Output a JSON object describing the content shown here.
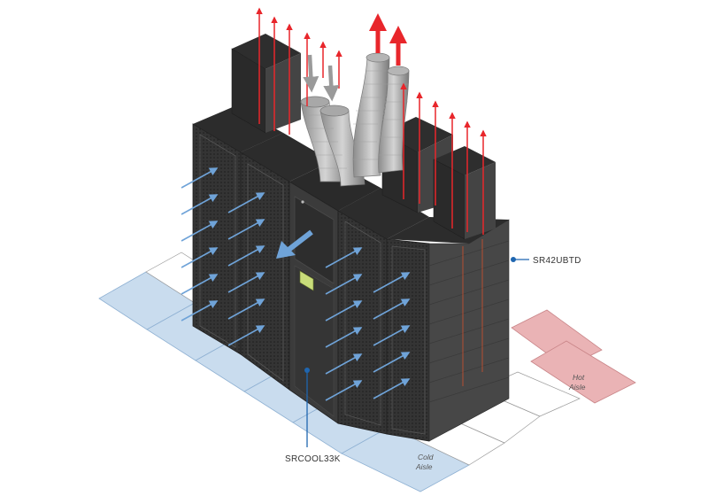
{
  "callouts": {
    "rack": "SR42UBTD",
    "cooler": "SRCOOL33K"
  },
  "aisles": {
    "cold_line1": "Cold",
    "cold_line2": "Aisle",
    "hot_line1": "Hot",
    "hot_line2": "Aisle"
  },
  "colors": {
    "cold_tile": "#c9dcee",
    "hot_tile": "#eab3b5",
    "cold_arrow": "#6fa3d8",
    "hot_arrow": "#e8262b",
    "exhaust_arrow": "#9a9a9a",
    "rack_front": "#3a3a3a",
    "rack_side": "#4d4d4d",
    "rack_top": "#2c2c2c",
    "leader": "#1f66b0"
  },
  "icons": {
    "cold_air": "arrow-up-right-icon",
    "hot_air": "arrow-up-icon",
    "return_air": "arrow-down-icon",
    "unit_display": "lcd-panel-icon"
  }
}
